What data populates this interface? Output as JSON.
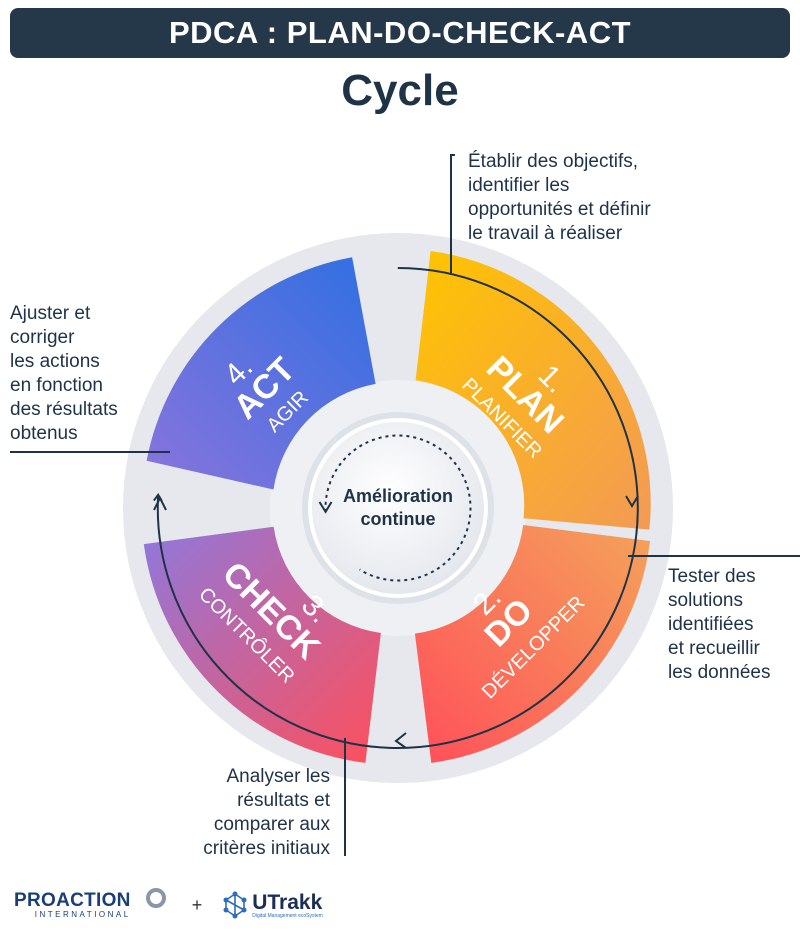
{
  "header": {
    "title": "PDCA : PLAN-DO-CHECK-ACT",
    "subtitle": "Cycle"
  },
  "center": {
    "line1": "Amélioration",
    "line2": "continue"
  },
  "phases": [
    {
      "number": "1.",
      "name": "PLAN",
      "sub": "PLANIFIER",
      "color_start": "#ffc400",
      "color_end": "#f39a55"
    },
    {
      "number": "2.",
      "name": "DO",
      "sub": "DÉVELOPPER",
      "color_start": "#f39a55",
      "color_end": "#ff4f5a"
    },
    {
      "number": "3.",
      "name": "CHECK",
      "sub": "CONTRÔLER",
      "color_start": "#ff4f5a",
      "color_end": "#8b6fd6"
    },
    {
      "number": "4.",
      "name": "ACT",
      "sub": "AGIR",
      "color_start": "#8b6fd6",
      "color_end": "#2f6fe2"
    }
  ],
  "notes": {
    "plan": [
      "Établir des objectifs,",
      "identifier les",
      "opportunités et définir",
      "le travail à réaliser"
    ],
    "act": [
      "Ajuster et",
      "corriger",
      "les actions",
      "en fonction",
      "des résultats",
      "obtenus"
    ],
    "do": [
      "Tester des",
      "solutions",
      "identifiées",
      "et recueillir",
      "les données"
    ],
    "check": [
      "Analyser les",
      "résultats et",
      "comparer aux",
      "critères initiaux"
    ]
  },
  "footer": {
    "proaction_name": "PROACTION",
    "proaction_sub": "INTERNATIONAL",
    "plus": "+",
    "utrakk_name": "UTrakk",
    "utrakk_sub": "Digital Management ecoSystem"
  },
  "colors": {
    "dark": "#1f3347",
    "banner": "#25384a",
    "track": "#e7e9ee"
  }
}
